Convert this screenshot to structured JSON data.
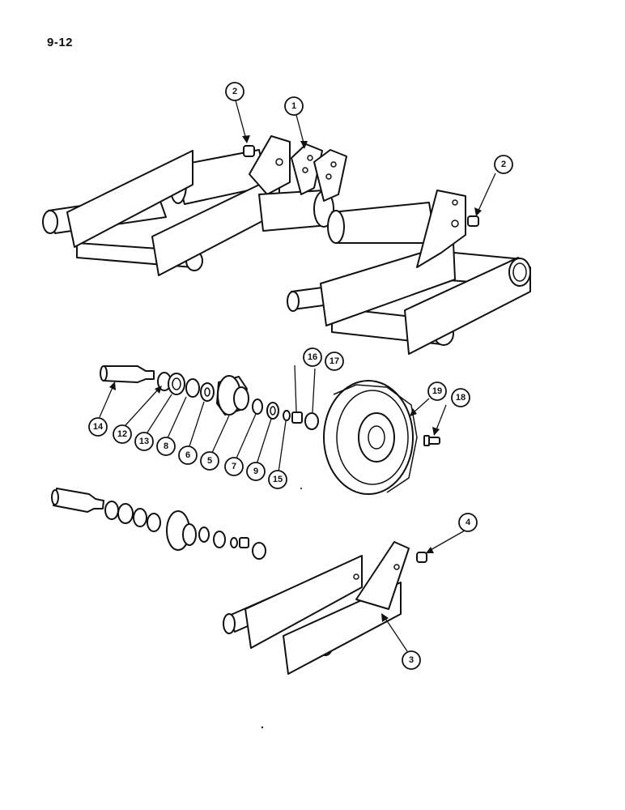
{
  "page_number": "9-12",
  "callouts": [
    {
      "label": "1"
    },
    {
      "label": "2"
    },
    {
      "label": "2"
    },
    {
      "label": "3"
    },
    {
      "label": "4"
    },
    {
      "label": "5"
    },
    {
      "label": "6"
    },
    {
      "label": "7"
    },
    {
      "label": "8"
    },
    {
      "label": "9"
    },
    {
      "label": "12"
    },
    {
      "label": "13"
    },
    {
      "label": "14"
    },
    {
      "label": "15"
    },
    {
      "label": "16"
    },
    {
      "label": "17"
    },
    {
      "label": "18"
    },
    {
      "label": "19"
    }
  ]
}
